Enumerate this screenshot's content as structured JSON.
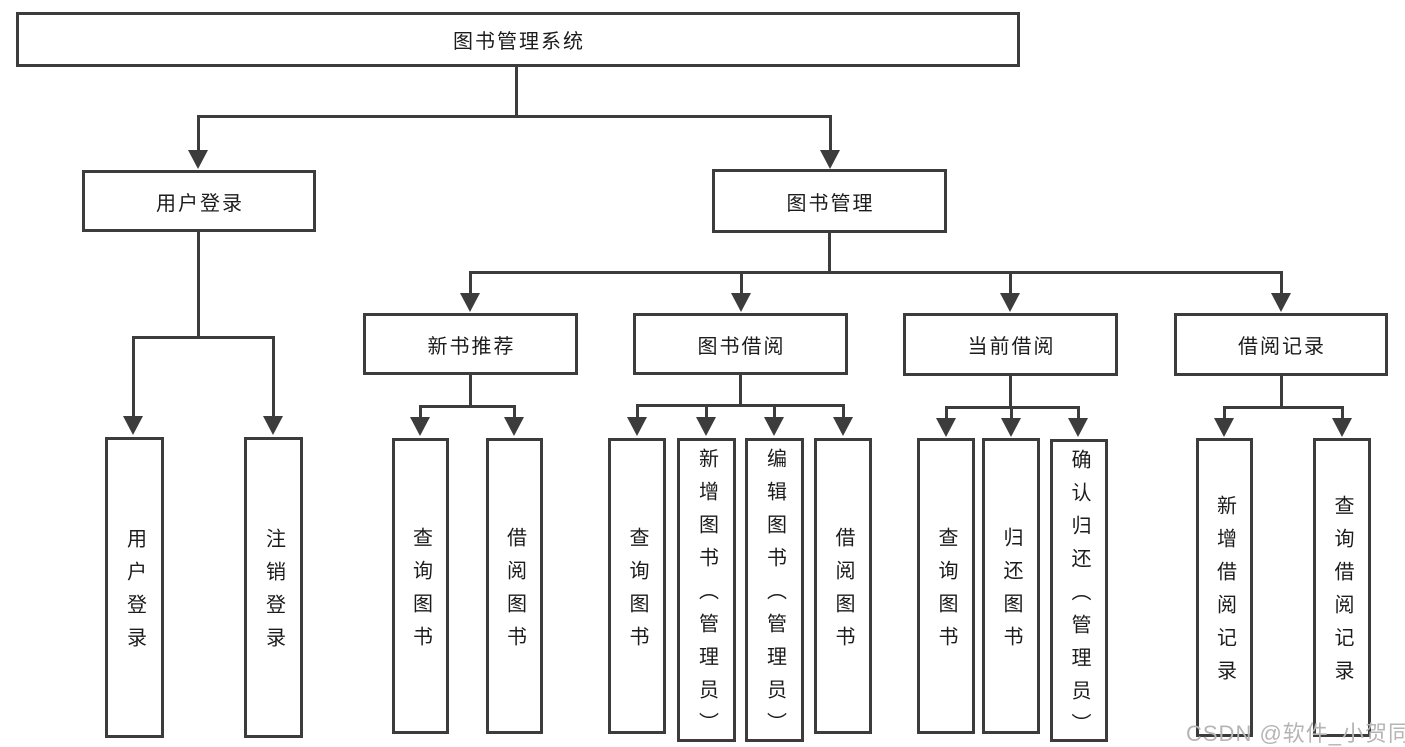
{
  "diagram": {
    "root": {
      "label": "图书管理系统"
    },
    "user_login": {
      "label": "用户登录",
      "children": [
        {
          "label": "用户登录"
        },
        {
          "label": "注销登录"
        }
      ]
    },
    "book_mgmt": {
      "label": "图书管理"
    },
    "new_books": {
      "label": "新书推荐",
      "children": [
        {
          "label": "查询图书"
        },
        {
          "label": "借阅图书"
        }
      ]
    },
    "book_borrow": {
      "label": "图书借阅",
      "children": [
        {
          "label": "查询图书"
        },
        {
          "label": "新增图书（管理员）"
        },
        {
          "label": "编辑图书（管理员）"
        },
        {
          "label": "借阅图书"
        }
      ]
    },
    "current_borrow": {
      "label": "当前借阅",
      "children": [
        {
          "label": "查询图书"
        },
        {
          "label": "归还图书"
        },
        {
          "label": "确认归还（管理员）"
        }
      ]
    },
    "borrow_records": {
      "label": "借阅记录",
      "children": [
        {
          "label": "新增借阅记录"
        },
        {
          "label": "查询借阅记录"
        }
      ]
    }
  },
  "watermark": {
    "text": "CSDN @软件_小贺同学"
  },
  "colors": {
    "line": "#3c3c3c",
    "box_border": "#3c3c3c",
    "text": "#1c1c1c",
    "watermark": "#b5b5b5",
    "background": "#ffffff"
  }
}
